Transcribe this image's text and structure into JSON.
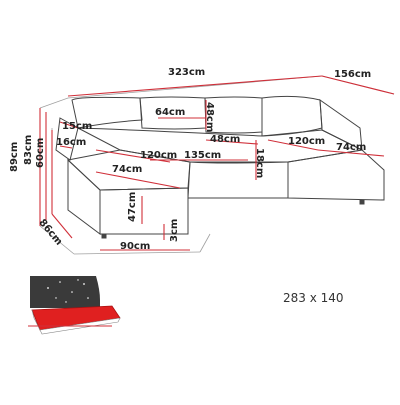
{
  "dimensions": {
    "total_length": "323cm",
    "chaise_depth_right": "156cm",
    "seat_depth_top": "64cm",
    "back_height": "48cm",
    "armrest_width": "15cm",
    "armrest_height_inner": "16cm",
    "seat_width_left": "120cm",
    "seat_width_center": "135cm",
    "seat_length_left_inner": "48cm",
    "seat_width_right": "120cm",
    "chaise_width_right": "74cm",
    "height_total": "89cm",
    "height_back": "83cm",
    "height_seat": "60cm",
    "chaise_width_left": "74cm",
    "leg_to_seat_height": "47cm",
    "leg_height": "3cm",
    "inner_height": "18cm",
    "side_depth": "86cm",
    "chaise_length_left": "90cm"
  },
  "bed": {
    "size": "283 x 140"
  },
  "colors": {
    "dimension_line": "#d0303a",
    "outline": "#444444",
    "guide": "#a0a0a0",
    "bed_fill": "#e02020",
    "dark_panel": "#3a3a3a"
  }
}
